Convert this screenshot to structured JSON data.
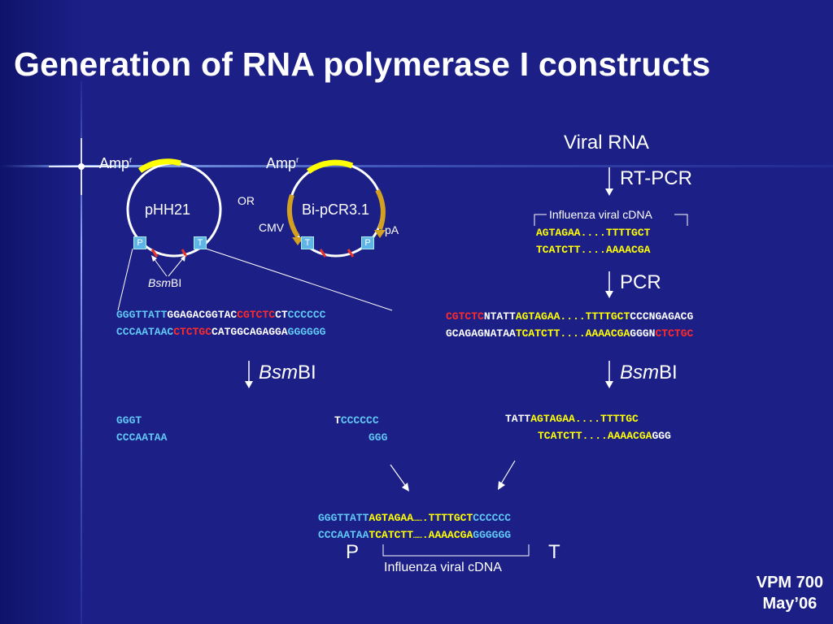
{
  "title": "Generation of RNA polymerase I constructs",
  "left": {
    "amp1_base": "Amp",
    "amp1_sup": "r",
    "amp2_base": "Amp",
    "amp2_sup": "r",
    "plasmid1": "pHH21",
    "plasmid2": "Bi-pCR3.1",
    "or": "OR",
    "cmv": "CMV",
    "pa": "pA",
    "p1": "P",
    "t1": "T",
    "t2": "T",
    "p2": "P",
    "bsmbi_italic": "Bsm",
    "bsmbi_rest": "BI",
    "seq1_line1": [
      "GGGTTATT",
      "GGAGACGGTAC",
      "CGTCTC",
      "CT",
      "CCCCCC"
    ],
    "seq1_line2": [
      "CCCAATAAC",
      "CTCTGC",
      "CATGGCAGAGGA",
      "GGGGGG"
    ],
    "arrow_label_italic": "Bsm",
    "arrow_label_rest": "BI",
    "frag_left_1": "GGGT",
    "frag_left_2": "CCCAATAA",
    "frag_right_1a": "T",
    "frag_right_1b": "CCCCCC",
    "frag_right_2": "GGG"
  },
  "right": {
    "viral_rna": "Viral RNA",
    "rtpcr": "RT-PCR",
    "cdna_label": "Influenza viral cDNA",
    "cdna_line1": "AGTAGAA....TTTTGCT",
    "cdna_line2": "TCATCTT....AAAACGA",
    "pcr": "PCR",
    "pcr_line1": [
      "CGTCTC",
      "NTATT",
      "AGTAGAA....TTTTGCT",
      "CCCNGAGACG"
    ],
    "pcr_line2": [
      "GCAGAGNATAA",
      "TCATCTT....AAAACGA",
      "GGGN",
      "CTCTGC"
    ],
    "arrow_label_italic": "Bsm",
    "arrow_label_rest": "BI",
    "frag1": [
      "TATT",
      "AGTAGAA....TTTTGC"
    ],
    "frag2": [
      "TCATCTT....AAAACGA",
      "GGG"
    ]
  },
  "final": {
    "line1": [
      "GGGTTATT",
      "AGTAGAA",
      "……",
      ".TTTTGCT",
      "CCCCCC"
    ],
    "line2": [
      "CCCAATAA",
      "TCATCTT",
      "……",
      ".AAAACGA",
      "GGGGGG"
    ],
    "p": "P",
    "t": "T",
    "label": "Influenza viral cDNA"
  },
  "footer": {
    "line1": "VPM 700",
    "line2": "May’06"
  },
  "colors": {
    "background": "#1b1f86",
    "seq_blue": "#61c8f5",
    "seq_yellow": "#ffff00",
    "seq_red": "#ff2b2b"
  }
}
